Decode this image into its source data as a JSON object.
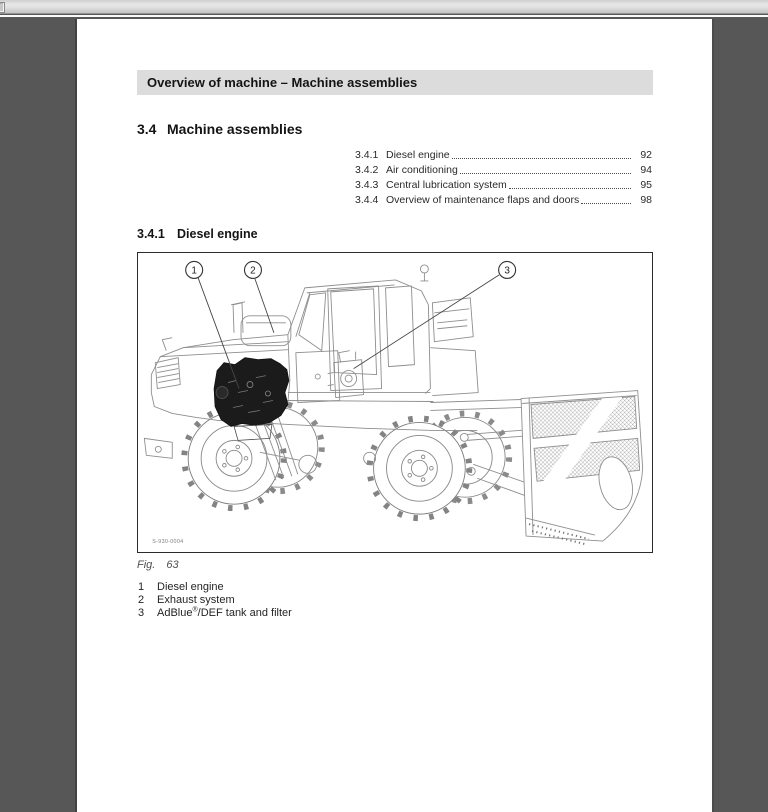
{
  "accent_colors": {
    "viewer_background": "#575757",
    "header_bar_bg": "#dcdcdc",
    "page_bg": "#ffffff"
  },
  "page": {
    "header_bar": {
      "title": "Overview of machine – Machine assemblies"
    },
    "section": {
      "num": "3.4",
      "title": "Machine assemblies"
    },
    "toc": {
      "items": [
        {
          "num": "3.4.1",
          "title": "Diesel engine",
          "page": "92"
        },
        {
          "num": "3.4.2",
          "title": "Air conditioning",
          "page": "94"
        },
        {
          "num": "3.4.3",
          "title": "Central lubrication system",
          "page": "95"
        },
        {
          "num": "3.4.4",
          "title": "Overview of maintenance flaps and doors",
          "page": "98"
        }
      ]
    },
    "subsection": {
      "num": "3.4.1",
      "title": "Diesel engine"
    },
    "figure": {
      "code": "S-930-0004",
      "caption": {
        "label": "Fig.",
        "number": "63"
      },
      "callouts": [
        "1",
        "2",
        "3"
      ]
    },
    "legend": {
      "items": [
        {
          "num": "1",
          "pre": "Diesel engine",
          "sup": "",
          "post": ""
        },
        {
          "num": "2",
          "pre": "Exhaust system",
          "sup": "",
          "post": ""
        },
        {
          "num": "3",
          "pre": "AdBlue",
          "sup": "®",
          "post": "/DEF tank and filter"
        }
      ]
    }
  }
}
